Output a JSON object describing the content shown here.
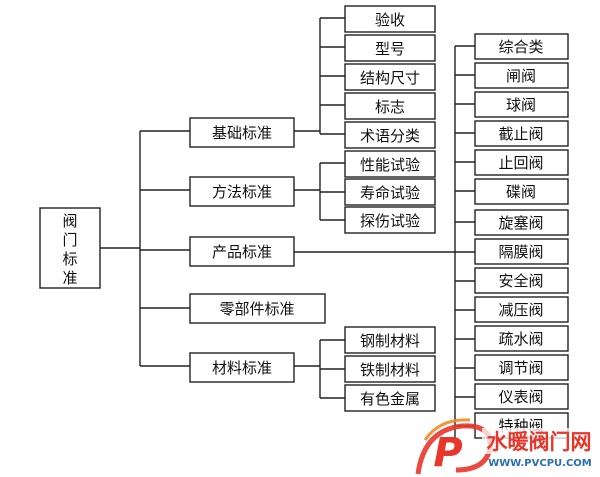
{
  "root": {
    "label": [
      "阀",
      "门",
      "标",
      "准"
    ]
  },
  "categories": [
    {
      "id": "cat-basic",
      "label": "基础标准"
    },
    {
      "id": "cat-method",
      "label": "方法标准"
    },
    {
      "id": "cat-product",
      "label": "产品标准"
    },
    {
      "id": "cat-parts",
      "label": "零部件标准"
    },
    {
      "id": "cat-material",
      "label": "材料标准"
    }
  ],
  "basic_items": [
    "验收",
    "型号",
    "结构尺寸",
    "标志",
    "术语分类"
  ],
  "method_items": [
    "性能试验",
    "寿命试验",
    "探伤试验"
  ],
  "material_items": [
    "钢制材料",
    "铁制材料",
    "有色金属"
  ],
  "product_items": [
    "综合类",
    "闸阀",
    "球阀",
    "截止阀",
    "止回阀",
    "碟阀",
    "旋塞阀",
    "隔膜阀",
    "安全阀",
    "减压阀",
    "疏水阀",
    "调节阀",
    "仪表阀",
    "特种阀"
  ],
  "watermark": {
    "logo_letter": "P",
    "name": "水暖阀门网",
    "url": "WWW.PVCPU.COM",
    "color_red": "#e8362b",
    "color_blue": "#2a6fb5"
  }
}
